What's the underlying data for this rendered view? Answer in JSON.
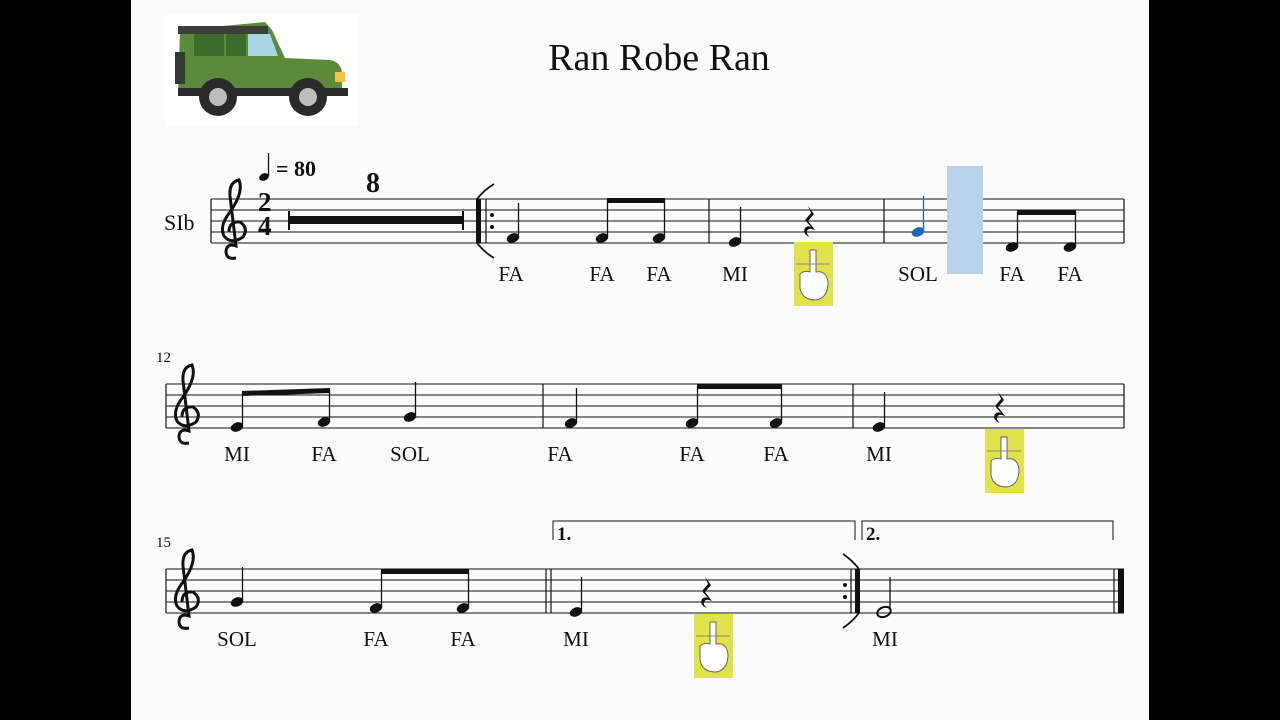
{
  "title": "Ran Robe Ran",
  "instrument": "SIb",
  "tempo": {
    "note": "quarter",
    "bpm": "80",
    "text": "= 80"
  },
  "time_signature": {
    "top": "2",
    "bottom": "4"
  },
  "multirest_count": "8",
  "measure_numbers": [
    "12",
    "15"
  ],
  "volta": [
    "1.",
    "2."
  ],
  "syllables": {
    "system1": [
      "FA",
      "FA",
      "FA",
      "MI",
      "SOL",
      "FA",
      "FA"
    ],
    "system2": [
      "MI",
      "FA",
      "SOL",
      "FA",
      "FA",
      "FA",
      "MI"
    ],
    "system3": [
      "SOL",
      "FA",
      "FA",
      "MI",
      "MI"
    ]
  },
  "images": {
    "header": "jeep-icon",
    "rest_marker": "shush-hand-icon"
  },
  "colors": {
    "highlight_note": "#1a66c8",
    "cursor": "#b9d4ea",
    "shush_bg": "#e2e24a",
    "background": "#000000",
    "sheet": "#fbfbfb"
  }
}
